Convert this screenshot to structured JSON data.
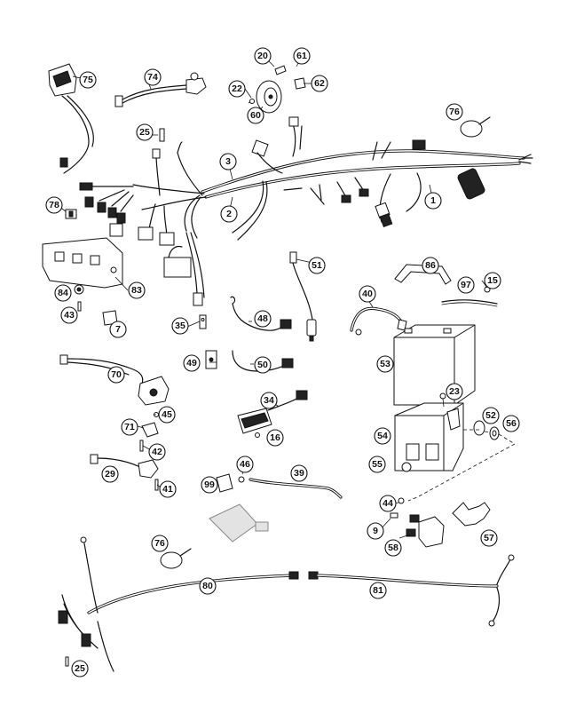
{
  "callouts": {
    "c1": "1",
    "c2": "2",
    "c3": "3",
    "c7": "7",
    "c9": "9",
    "c15": "15",
    "c16": "16",
    "c20": "20",
    "c22": "22",
    "c23": "23",
    "c25a": "25",
    "c25b": "25",
    "c29": "29",
    "c34": "34",
    "c35": "35",
    "c39": "39",
    "c40": "40",
    "c41": "41",
    "c42": "42",
    "c43": "43",
    "c44": "44",
    "c45": "45",
    "c46": "46",
    "c48": "48",
    "c49": "49",
    "c50": "50",
    "c51": "51",
    "c52": "52",
    "c53": "53",
    "c54": "54",
    "c55": "55",
    "c56": "56",
    "c57": "57",
    "c58": "58",
    "c60": "60",
    "c61": "61",
    "c62": "62",
    "c70": "70",
    "c71": "71",
    "c74": "74",
    "c75": "75",
    "c76a": "76",
    "c76b": "76",
    "c78": "78",
    "c80": "80",
    "c81": "81",
    "c83": "83",
    "c84": "84",
    "c86": "86",
    "c97": "97",
    "c99": "99"
  }
}
